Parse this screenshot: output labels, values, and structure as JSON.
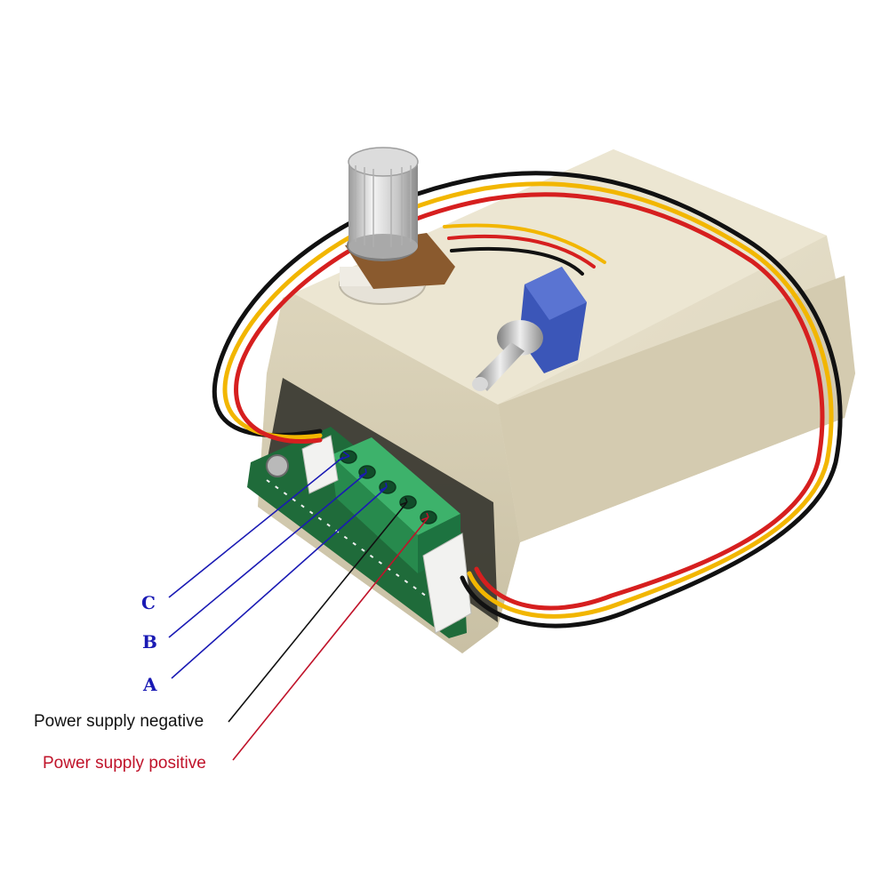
{
  "labels": {
    "c": "C",
    "b": "B",
    "a": "A",
    "power_negative": "Power supply negative",
    "power_positive": "Power supply positive"
  },
  "colors": {
    "signal_lines": "#1a1ab4",
    "negative_line": "#111111",
    "positive_line": "#c0132a",
    "enclosure": "#e3dcc6",
    "terminal_block": "#2e9e58",
    "pcb": "#1f6b3a",
    "switch_cap": "#3b56b8"
  },
  "icons": [
    "potentiometer-knob-icon",
    "toggle-switch-icon",
    "terminal-block-icon",
    "wire-harness-icon"
  ]
}
